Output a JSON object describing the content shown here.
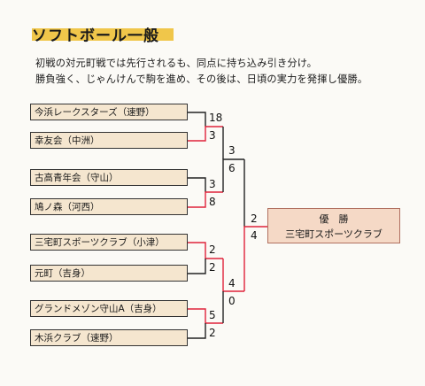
{
  "title": "ソフトボール一般",
  "description": [
    "初戦の対元町戦では先行されるも、同点に持ち込み引き分け。",
    "勝負強く、じゃんけんで駒を進め、その後は、日頃の実力を発揮し優勝。"
  ],
  "teams": [
    "今浜レークスターズ（速野）",
    "幸友会（中洲）",
    "古高青年会（守山）",
    "鳩ノ森（河西）",
    "三宅町スポーツクラブ（小津）",
    "元町（吉身）",
    "グランドメゾン守山A（吉身）",
    "木浜クラブ（速野）"
  ],
  "round1_scores": [
    "18",
    "3",
    "3",
    "8",
    "2",
    "2",
    "5",
    "2"
  ],
  "round2_scores": [
    "3",
    "6",
    "4",
    "0"
  ],
  "final_scores": [
    "2",
    "4"
  ],
  "champion": {
    "label": "優　勝",
    "team": "三宅町スポーツクラブ"
  },
  "colors": {
    "win_line": "#e0223a",
    "line": "#222222",
    "team_box": "#f5e6cf",
    "champ_box": "#f5d9c6",
    "title_highlight": "#f0c64a"
  }
}
